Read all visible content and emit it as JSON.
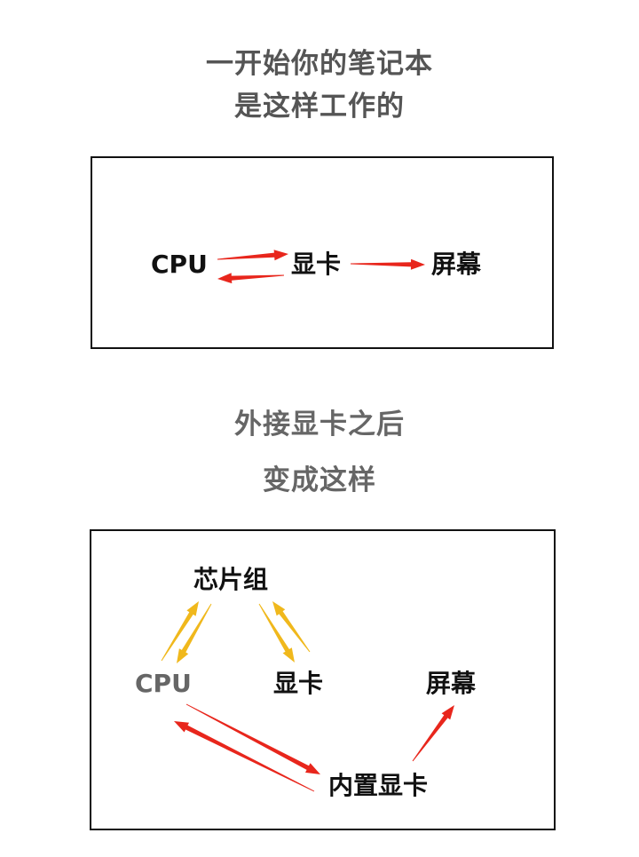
{
  "section1": {
    "title_line1": "一开始你的笔记本",
    "title_line2": "是这样工作的",
    "nodes": {
      "cpu": "CPU",
      "gpu": "显卡",
      "screen": "屏幕"
    }
  },
  "section2": {
    "title_line1": "外接显卡之后",
    "title_line2": "变成这样",
    "nodes": {
      "chipset": "芯片组",
      "cpu": "CPU",
      "gpu": "显卡",
      "screen": "屏幕",
      "integrated_gpu": "内置显卡"
    }
  },
  "colors": {
    "red_arrow": "#e8261c",
    "yellow_arrow": "#f0b81c",
    "title": "#555555",
    "cpu_gray": "#666666"
  }
}
